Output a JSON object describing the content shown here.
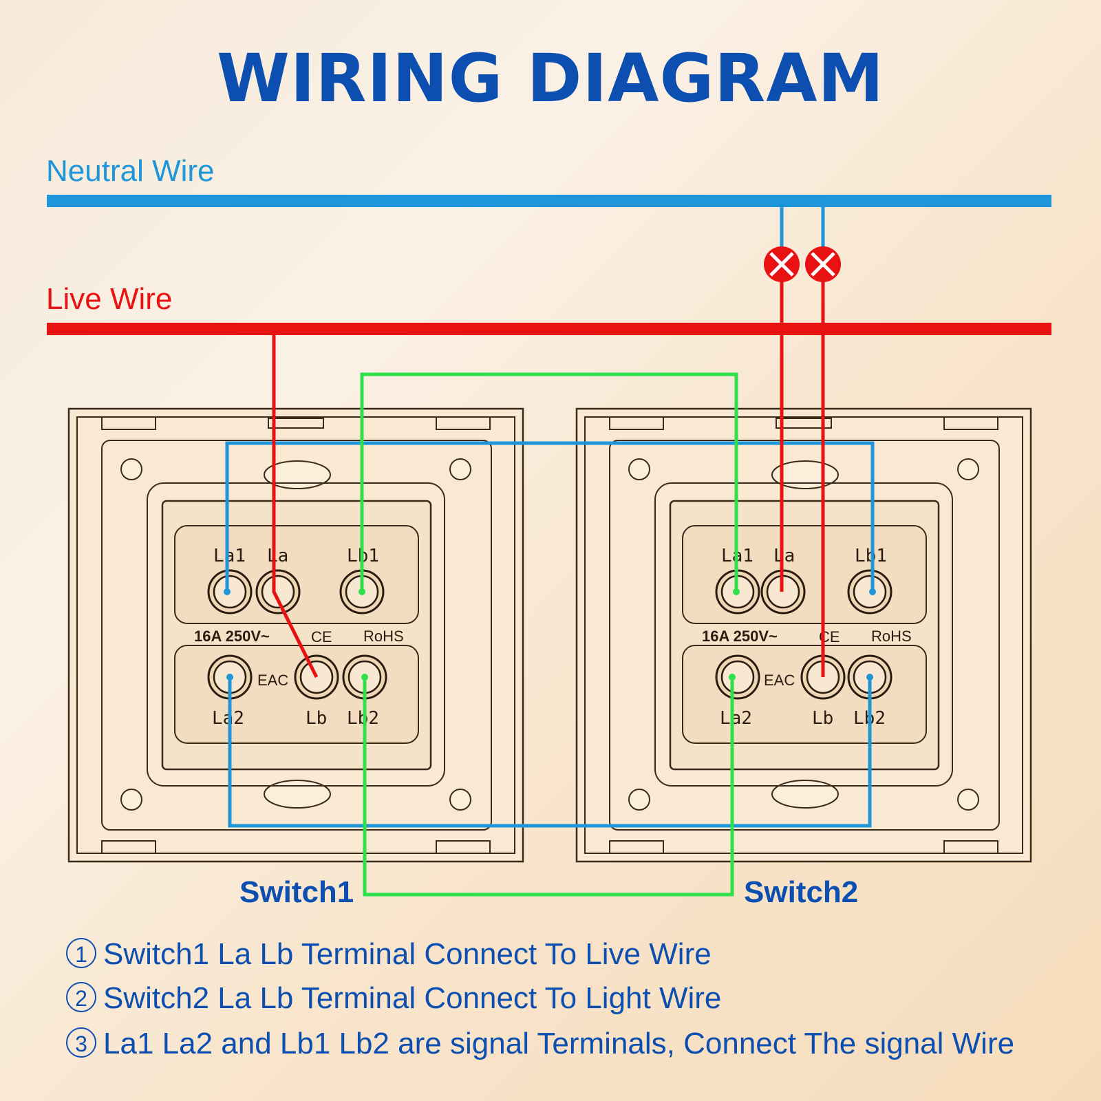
{
  "title": "WIRING DIAGRAM",
  "wires": {
    "neutral_label": "Neutral Wire",
    "live_label": "Live Wire",
    "neutral_color": "#1e96d9",
    "live_color": "#e81212",
    "signal_green_color": "#2ee04a",
    "signal_blue_color": "#1e96d9"
  },
  "switches": [
    {
      "label": "Switch1",
      "rating": "16A  250V~",
      "cert_ce": "CE",
      "cert_rohs": "RoHS",
      "cert_eac": "EAC",
      "terminals": {
        "la1": "La1",
        "la": "La",
        "lb1": "Lb1",
        "la2": "La2",
        "lb": "Lb",
        "lb2": "Lb2"
      }
    },
    {
      "label": "Switch2",
      "rating": "16A  250V~",
      "cert_ce": "CE",
      "cert_rohs": "RoHS",
      "cert_eac": "EAC",
      "terminals": {
        "la1": "La1",
        "la": "La",
        "lb1": "Lb1",
        "la2": "La2",
        "lb": "Lb",
        "lb2": "Lb2"
      }
    }
  ],
  "lamp_icon": "lamp-x-icon",
  "instructions": [
    {
      "num": "1",
      "text": "Switch1 La Lb Terminal Connect To Live Wire"
    },
    {
      "num": "2",
      "text": "Switch2 La Lb Terminal Connect To Light Wire"
    },
    {
      "num": "3",
      "text": "La1 La2 and Lb1 Lb2 are signal Terminals, Connect The signal Wire"
    }
  ]
}
